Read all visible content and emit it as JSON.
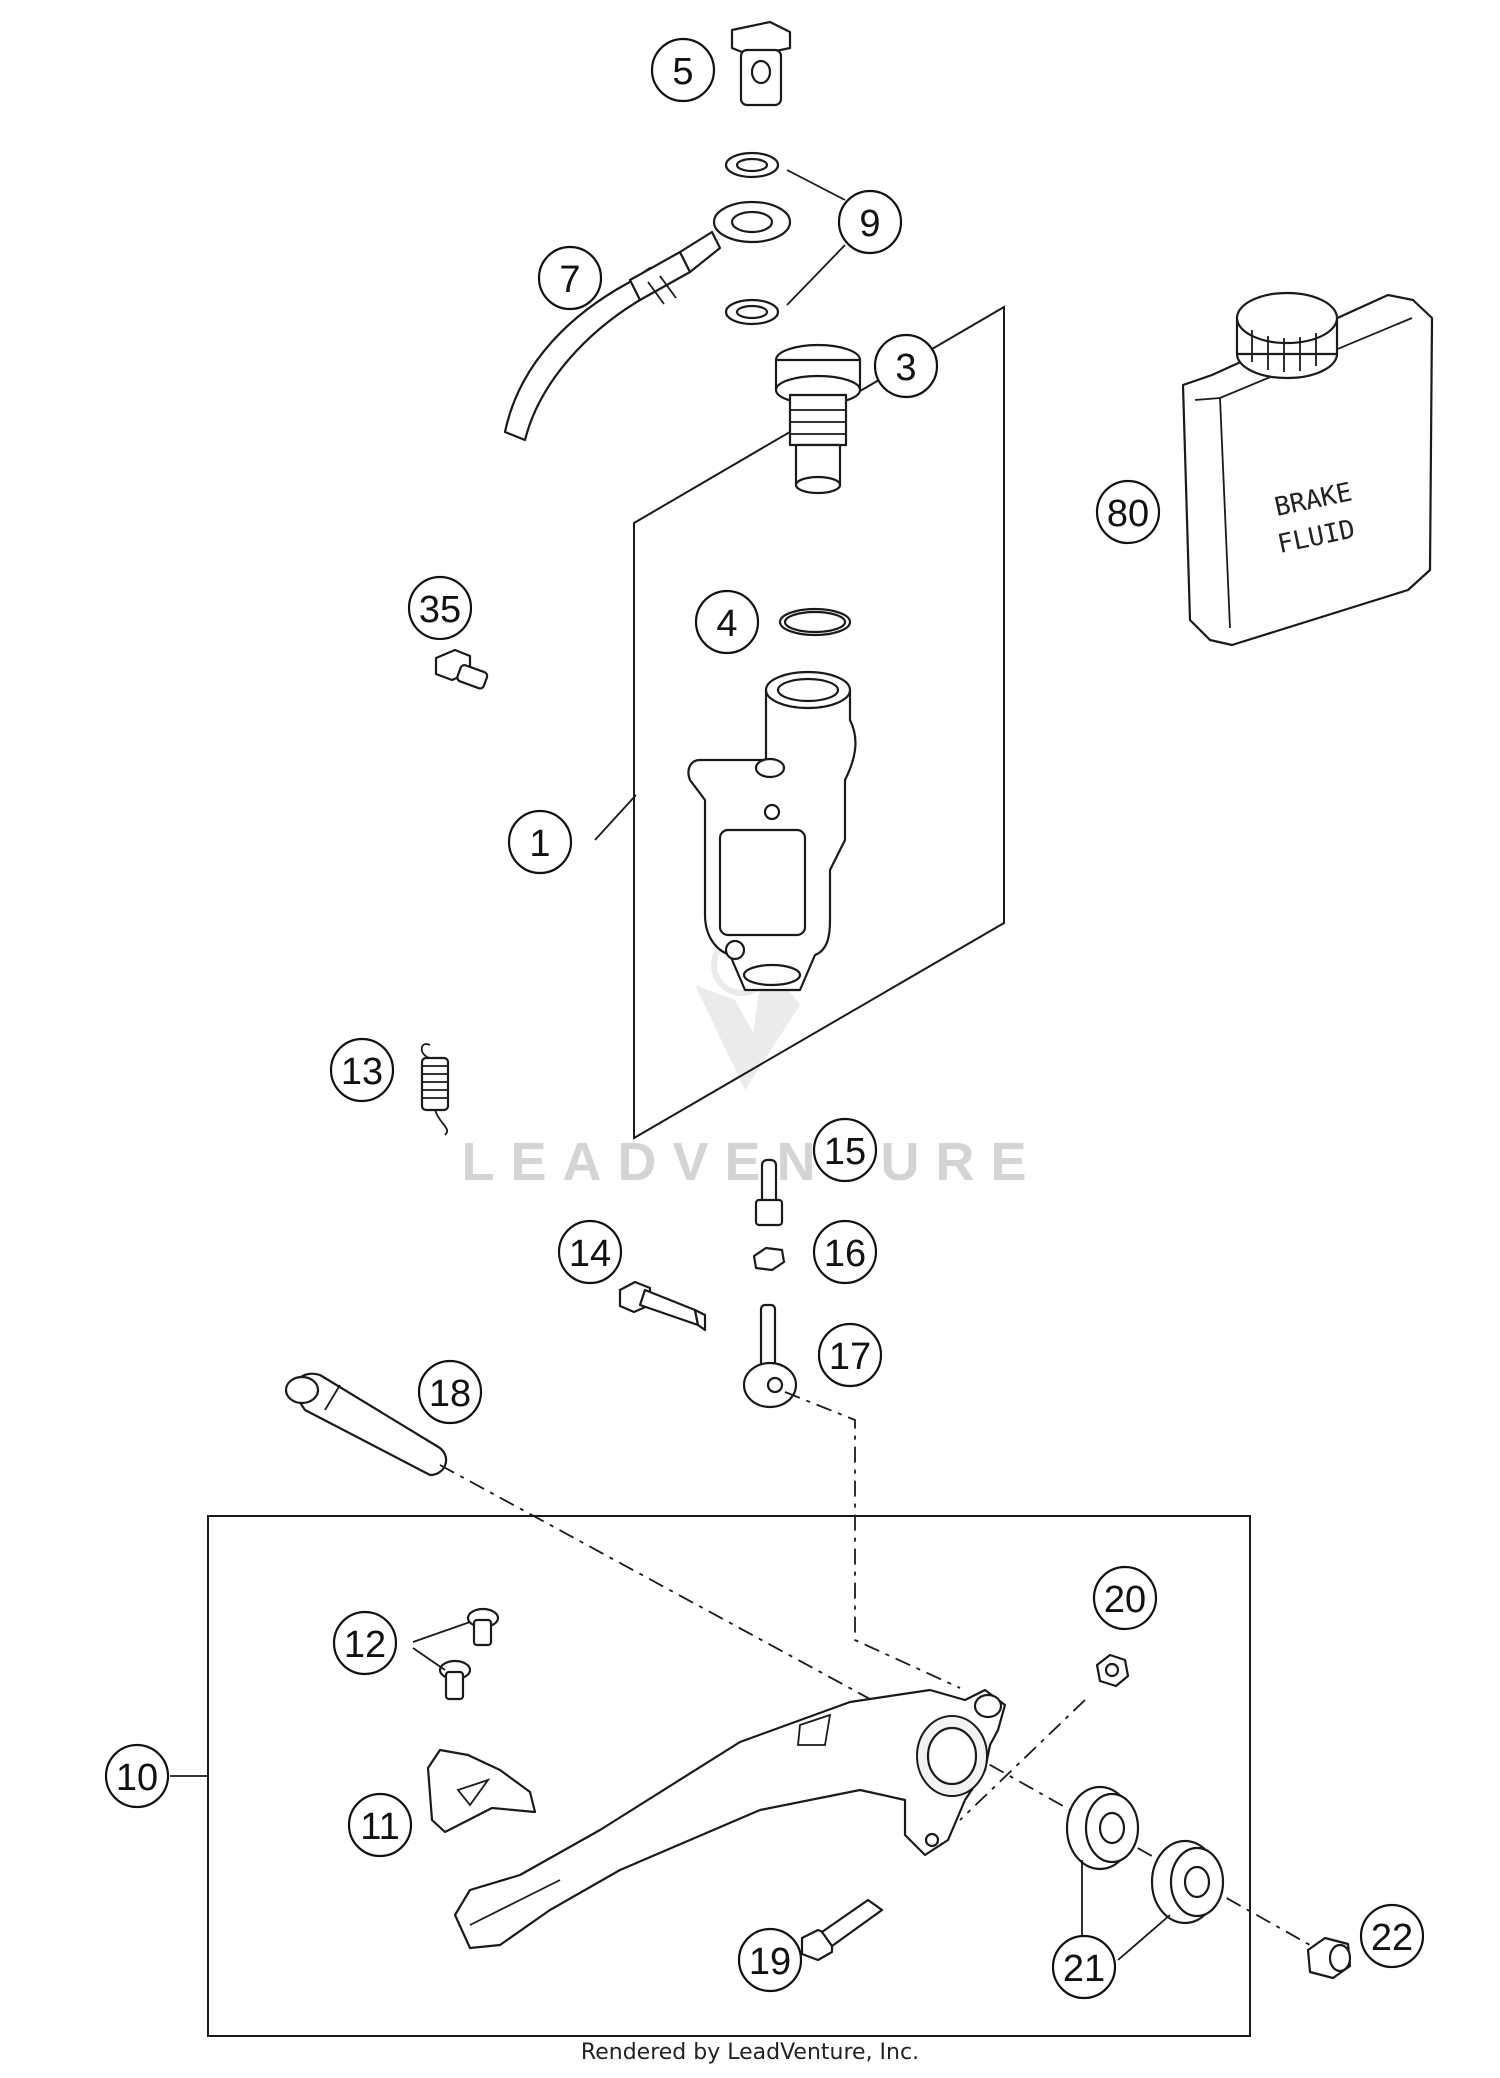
{
  "callouts": {
    "c1": "1",
    "c3": "3",
    "c4": "4",
    "c5": "5",
    "c7": "7",
    "c9": "9",
    "c10": "10",
    "c11": "11",
    "c12": "12",
    "c13": "13",
    "c14": "14",
    "c15": "15",
    "c16": "16",
    "c17": "17",
    "c18": "18",
    "c19": "19",
    "c20": "20",
    "c21": "21",
    "c22": "22",
    "c35": "35",
    "c80": "80"
  },
  "can_label": {
    "line1": "BRAKE",
    "line2": "FLUID"
  },
  "watermark": {
    "text": "LEADVENTURE"
  },
  "footer": {
    "text": "Rendered by LeadVenture, Inc."
  }
}
